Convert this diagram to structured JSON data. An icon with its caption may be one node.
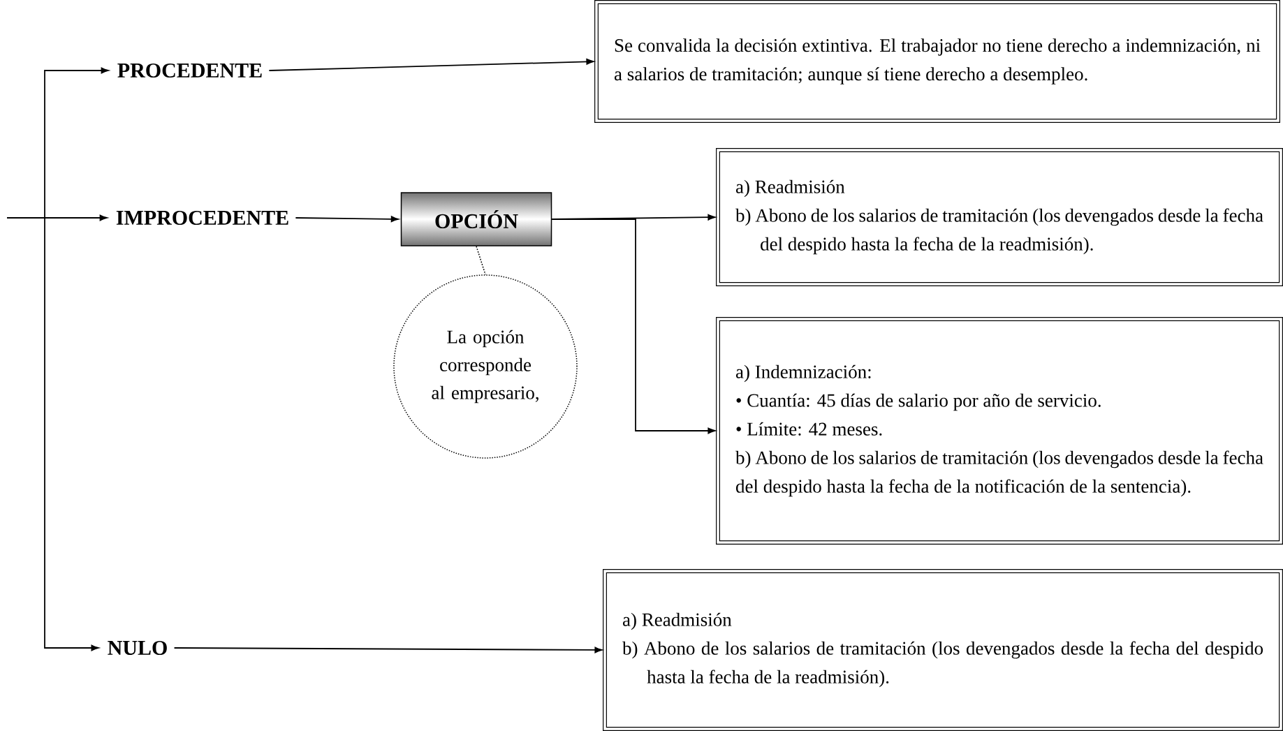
{
  "diagram": {
    "nodes": [
      {
        "text": [
          "PROCEDENTE"
        ]
      },
      {
        "text": [
          "IMPROCEDENTE"
        ]
      },
      {
        "text": [
          "NULO"
        ]
      },
      {
        "text": [
          "OPCIÓN"
        ]
      },
      {
        "text": [
          "La opción corresponde al empresario,"
        ]
      },
      {
        "text": [
          "Se convalida la decisión extintiva. El trabajador no tiene derecho a indemnización, ni a salarios de tramitación; aunque sí tiene derecho a desempleo."
        ]
      },
      {
        "text": [
          "a) Readmisión",
          "b) Abono de los salarios de tramitación (los devengados desde la fecha del despido hasta la fecha de la readmisión)."
        ]
      },
      {
        "text": [
          "a) Indemnización:",
          "• Cuantía: 45 días de salario por año de servicio.",
          "• Límite: 42 meses.",
          "b) Abono de los salarios de tramitación (los devengados desde la fecha del despido hasta la fecha de la notificación de la sentencia)."
        ]
      },
      {
        "text": [
          "a) Readmisión",
          "b) Abono de los salarios de tramitación (los devengados desde la fecha del despido hasta la fecha de la readmisión)."
        ]
      }
    ],
    "edges": [
      {
        "from": null,
        "to": 0,
        "arrow": "to"
      },
      {
        "from": null,
        "to": 1,
        "arrow": "to"
      },
      {
        "from": null,
        "to": 2,
        "arrow": "to"
      },
      {
        "from": 0,
        "to": 5,
        "arrow": "to"
      },
      {
        "from": 1,
        "to": 3,
        "arrow": "to"
      },
      {
        "from": 3,
        "to": 6,
        "arrow": "to"
      },
      {
        "from": 3,
        "to": 7,
        "arrow": "to"
      },
      {
        "from": 3,
        "to": 4,
        "arrow": "none",
        "style": "dashed"
      },
      {
        "from": 2,
        "to": 8,
        "arrow": "to"
      }
    ]
  }
}
